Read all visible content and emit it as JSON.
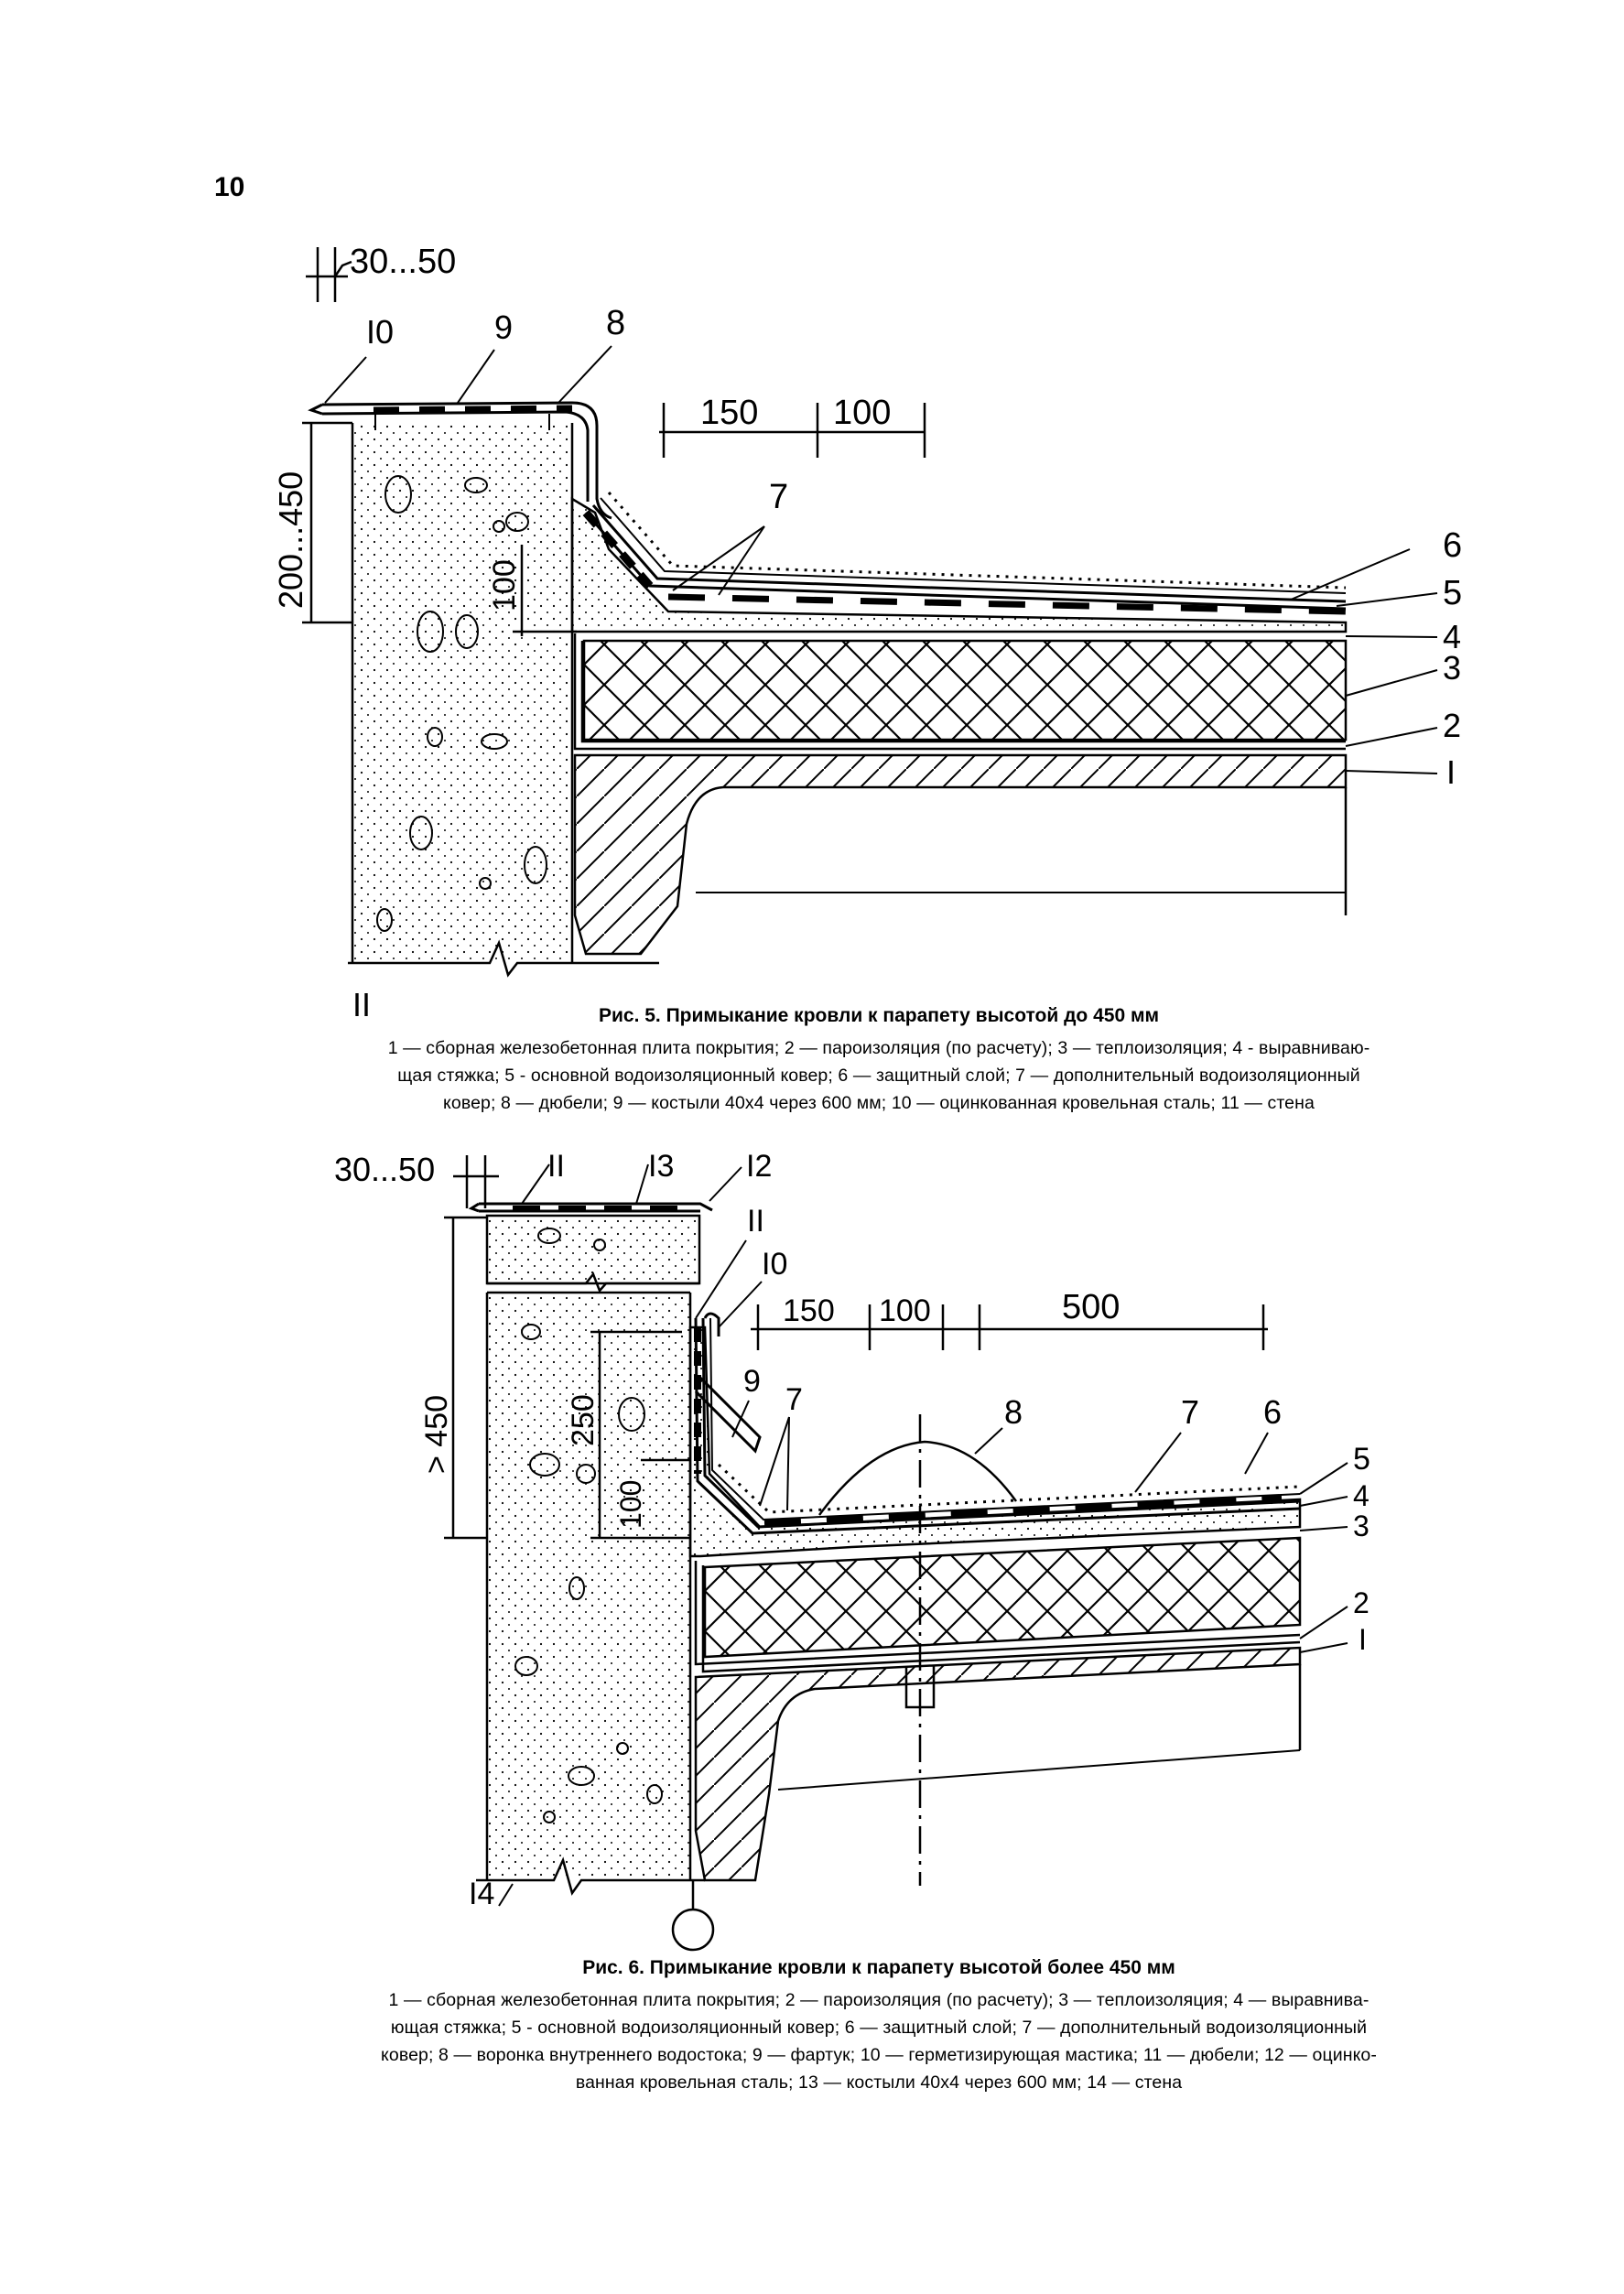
{
  "page": {
    "number": "10"
  },
  "figure5": {
    "dims": {
      "gap": "30...50",
      "height": "200...450",
      "d150": "150",
      "d100": "100",
      "d100v": "100"
    },
    "labels": {
      "l10": "I0",
      "l9": "9",
      "l8": "8",
      "l7": "7",
      "l6": "6",
      "l5": "5",
      "l4": "4",
      "l3": "3",
      "l2": "2",
      "l1": "I",
      "l11": "II"
    },
    "caption_title": "Рис. 5. Примыкание кровли к парапету высотой до 450 мм",
    "caption_lines": [
      "1 — сборная железобетонная плита покрытия; 2 — пароизоляция (по расчету); 3 — теплоизоляция; 4 - выравниваю-",
      "щая стяжка; 5 - основной водоизоляционный ковер; 6 — защитный слой; 7 — дополнительный водоизоляционный",
      "ковер; 8 — дюбели; 9 — костыли 40х4 через 600 мм;  10 — оцинкованная кровельная сталь; 11 — стена"
    ]
  },
  "figure6": {
    "dims": {
      "gap": "30...50",
      "height": "> 450",
      "d250": "250",
      "d100v": "100",
      "d150": "150",
      "d100": "100",
      "d500": "500"
    },
    "labels": {
      "top11": "II",
      "l13": "I3",
      "l12": "I2",
      "l11": "II",
      "l10": "I0",
      "l9": "9",
      "l7a": "7",
      "l8": "8",
      "l7b": "7",
      "l6": "6",
      "l5": "5",
      "l4": "4",
      "l3": "3",
      "l2": "2",
      "l1": "I",
      "l14": "I4"
    },
    "caption_title": "Рис. 6. Примыкание кровли к парапету высотой более 450 мм",
    "caption_lines": [
      "1 — сборная железобетонная плита покрытия; 2 — пароизоляция (по расчету); 3 — теплоизоляция; 4 — выравнива-",
      "ющая стяжка; 5 - основной водоизоляционный ковер; 6 — защитный слой;  7 — дополнительный водоизоляционный",
      "ковер; 8 — воронка внутреннего водостока; 9 — фартук; 10 — герметизирующая мастика; 11 — дюбели; 12 — оцинко-",
      "ванная кровельная сталь; 13 — костыли 40х4 через 600 мм; 14 — стена"
    ]
  }
}
